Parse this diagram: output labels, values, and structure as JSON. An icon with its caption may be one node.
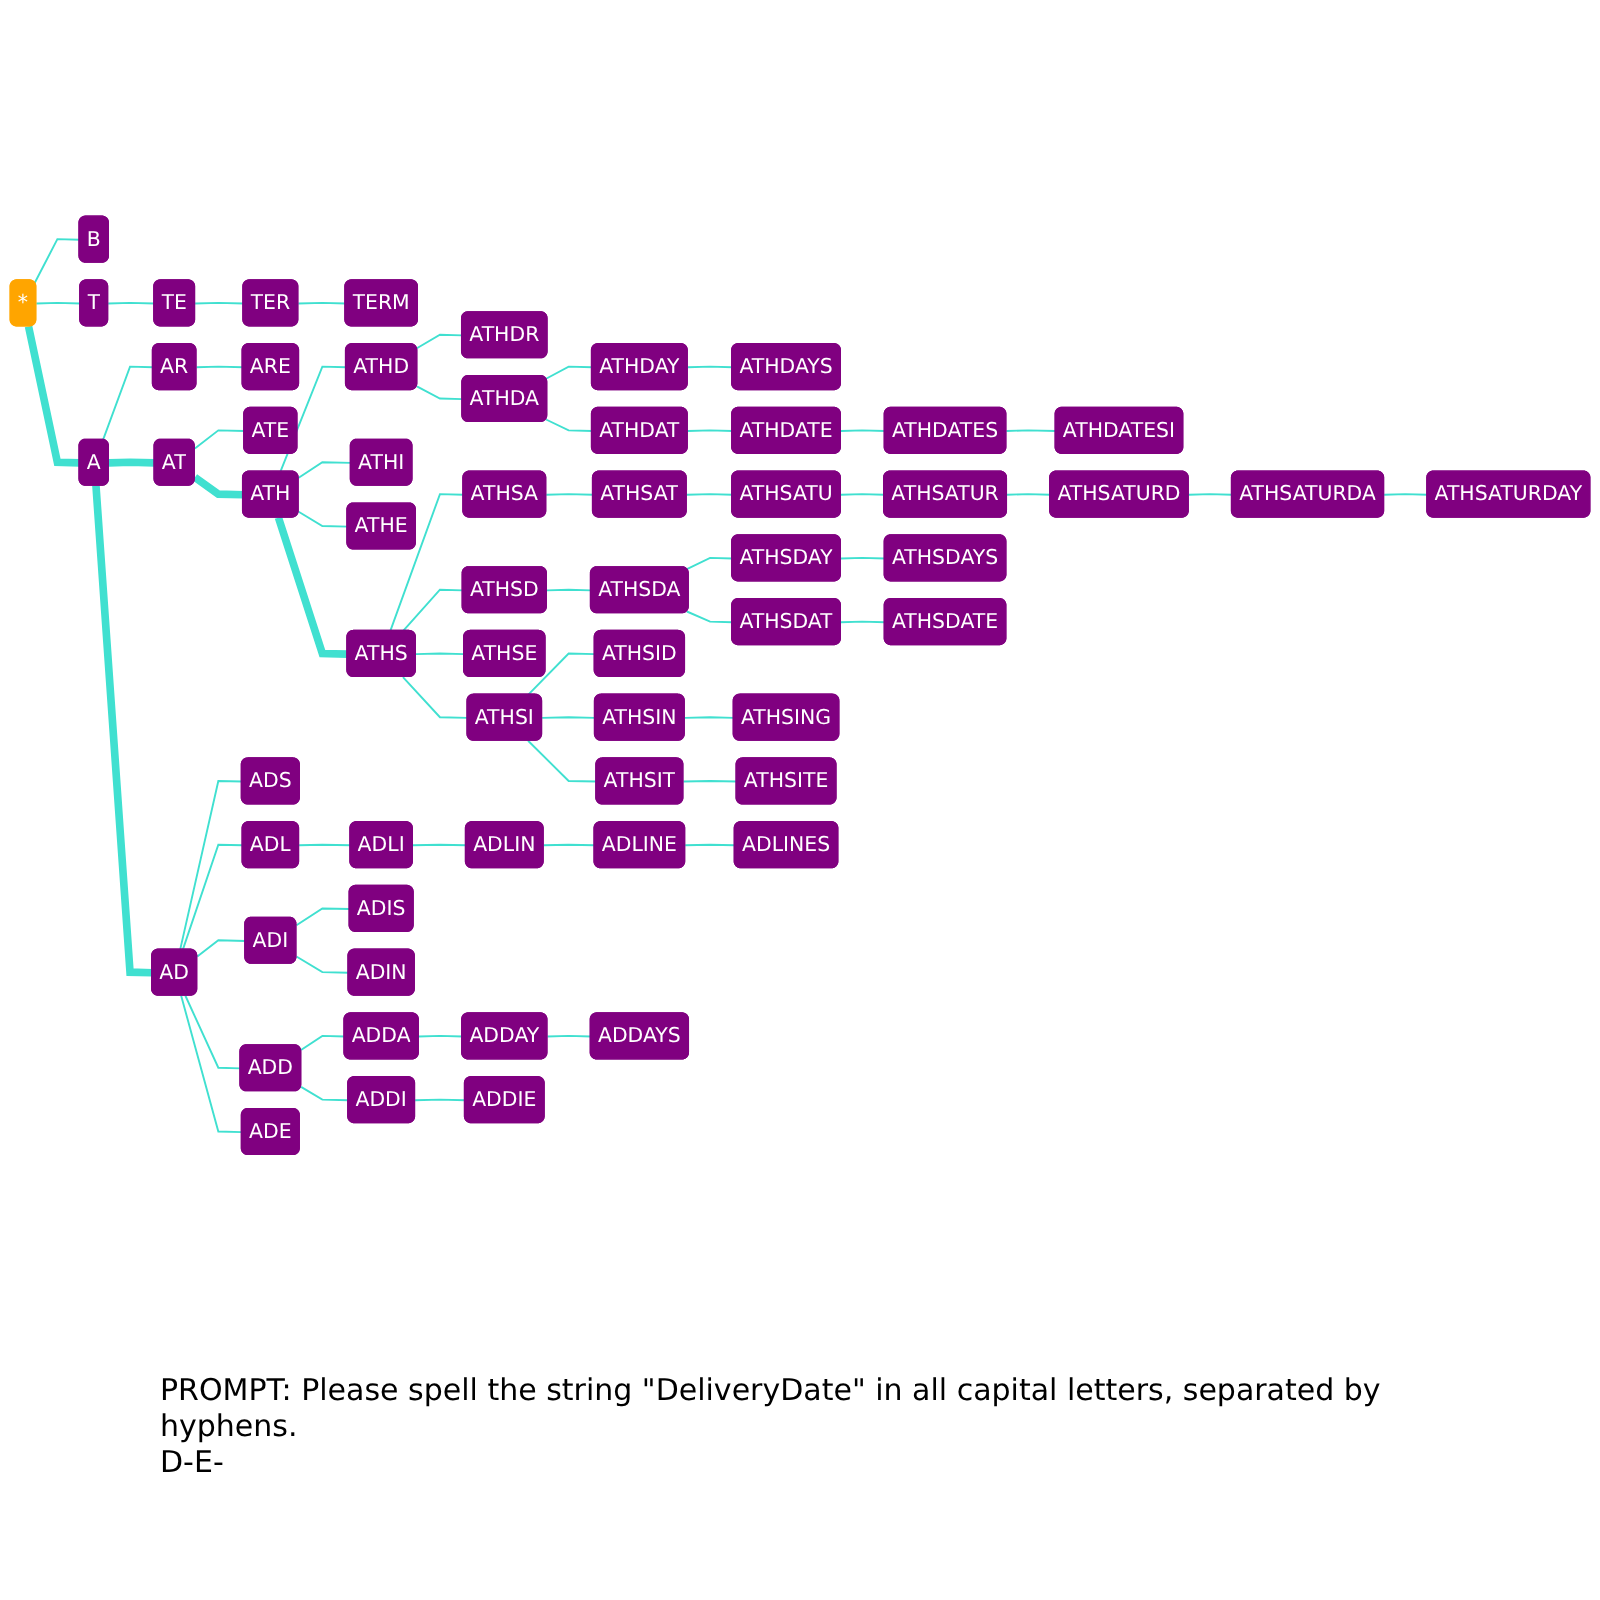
{
  "diagram": {
    "caption": "PROMPT: Please spell the string \"DeliveryDate\" in all capital letters, separated by hyphens.",
    "nodes": [
      {
        "text": [
          "*"
        ]
      },
      {
        "text": [
          "B"
        ]
      },
      {
        "text": [
          "T"
        ]
      },
      {
        "text": [
          "TE"
        ]
      },
      {
        "text": [
          "TER"
        ]
      },
      {
        "text": [
          "TERM"
        ]
      },
      {
        "text": [
          "A"
        ]
      },
      {
        "text": [
          "AR"
        ]
      },
      {
        "text": [
          "ARE"
        ]
      },
      {
        "text": [
          "AT"
        ]
      },
      {
        "text": [
          "ATE"
        ]
      },
      {
        "text": [
          "ATH"
        ]
      },
      {
        "text": [
          "ATHS"
        ]
      },
      {
        "text": [
          "ATHI"
        ]
      },
      {
        "text": [
          "ATHE"
        ]
      },
      {
        "text": [
          "ATHD"
        ]
      },
      {
        "text": [
          "ATHDR"
        ]
      },
      {
        "text": [
          "ATHDA"
        ]
      },
      {
        "text": [
          "ATHDAY"
        ]
      },
      {
        "text": [
          "ATHDAYS"
        ]
      },
      {
        "text": [
          "ATHDAT"
        ]
      },
      {
        "text": [
          "ATHDATE"
        ]
      },
      {
        "text": [
          "ATHDATES"
        ]
      },
      {
        "text": [
          "ATHDATESI"
        ]
      },
      {
        "text": [
          "ATHSA"
        ]
      },
      {
        "text": [
          "ATHSAT"
        ]
      },
      {
        "text": [
          "ATHSATU"
        ]
      },
      {
        "text": [
          "ATHSATUR"
        ]
      },
      {
        "text": [
          "ATHSATURD"
        ]
      },
      {
        "text": [
          "ATHSATURDA"
        ]
      },
      {
        "text": [
          "ATHSATURDAY"
        ]
      },
      {
        "text": [
          "ATHSD"
        ]
      },
      {
        "text": [
          "ATHSDA"
        ]
      },
      {
        "text": [
          "ATHSDAY"
        ]
      },
      {
        "text": [
          "ATHSDAYS"
        ]
      },
      {
        "text": [
          "ATHSDAT"
        ]
      },
      {
        "text": [
          "ATHSDATE"
        ]
      },
      {
        "text": [
          "ATHSE"
        ]
      },
      {
        "text": [
          "ATHSI"
        ]
      },
      {
        "text": [
          "ATHSID"
        ]
      },
      {
        "text": [
          "ATHSIN"
        ]
      },
      {
        "text": [
          "ATHSING"
        ]
      },
      {
        "text": [
          "ATHSIT"
        ]
      },
      {
        "text": [
          "ATHSITE"
        ]
      },
      {
        "text": [
          "AD"
        ]
      },
      {
        "text": [
          "ADS"
        ]
      },
      {
        "text": [
          "ADL"
        ]
      },
      {
        "text": [
          "ADLI"
        ]
      },
      {
        "text": [
          "ADLIN"
        ]
      },
      {
        "text": [
          "ADLINE"
        ]
      },
      {
        "text": [
          "ADLINES"
        ]
      },
      {
        "text": [
          "ADI"
        ]
      },
      {
        "text": [
          "ADIS"
        ]
      },
      {
        "text": [
          "ADIN"
        ]
      },
      {
        "text": [
          "ADD"
        ]
      },
      {
        "text": [
          "ADE"
        ]
      },
      {
        "text": [
          "ADDA"
        ]
      },
      {
        "text": [
          "ADDAY"
        ]
      },
      {
        "text": [
          "ADDAYS"
        ]
      },
      {
        "text": [
          "ADDI"
        ]
      },
      {
        "text": [
          "ADDIE"
        ]
      }
    ],
    "edges": [
      {
        "from": 0,
        "to": 1,
        "arrow": "none"
      },
      {
        "from": 0,
        "to": 2,
        "arrow": "none"
      },
      {
        "from": 2,
        "to": 3,
        "arrow": "none"
      },
      {
        "from": 3,
        "to": 4,
        "arrow": "none"
      },
      {
        "from": 4,
        "to": 5,
        "arrow": "none"
      },
      {
        "from": 0,
        "to": 6,
        "arrow": "none",
        "style": "thick"
      },
      {
        "from": 6,
        "to": 7,
        "arrow": "none"
      },
      {
        "from": 7,
        "to": 8,
        "arrow": "none"
      },
      {
        "from": 6,
        "to": 9,
        "arrow": "none",
        "style": "thick"
      },
      {
        "from": 9,
        "to": 10,
        "arrow": "none"
      },
      {
        "from": 9,
        "to": 11,
        "arrow": "none",
        "style": "thick"
      },
      {
        "from": 11,
        "to": 12,
        "arrow": "none",
        "style": "thick"
      },
      {
        "from": 11,
        "to": 13,
        "arrow": "none"
      },
      {
        "from": 11,
        "to": 14,
        "arrow": "none"
      },
      {
        "from": 11,
        "to": 15,
        "arrow": "none"
      },
      {
        "from": 15,
        "to": 16,
        "arrow": "none"
      },
      {
        "from": 15,
        "to": 17,
        "arrow": "none"
      },
      {
        "from": 17,
        "to": 18,
        "arrow": "none"
      },
      {
        "from": 18,
        "to": 19,
        "arrow": "none"
      },
      {
        "from": 17,
        "to": 20,
        "arrow": "none"
      },
      {
        "from": 20,
        "to": 21,
        "arrow": "none"
      },
      {
        "from": 21,
        "to": 22,
        "arrow": "none"
      },
      {
        "from": 22,
        "to": 23,
        "arrow": "none"
      },
      {
        "from": 12,
        "to": 24,
        "arrow": "none"
      },
      {
        "from": 24,
        "to": 25,
        "arrow": "none"
      },
      {
        "from": 25,
        "to": 26,
        "arrow": "none"
      },
      {
        "from": 26,
        "to": 27,
        "arrow": "none"
      },
      {
        "from": 27,
        "to": 28,
        "arrow": "none"
      },
      {
        "from": 28,
        "to": 29,
        "arrow": "none"
      },
      {
        "from": 29,
        "to": 30,
        "arrow": "none"
      },
      {
        "from": 12,
        "to": 31,
        "arrow": "none"
      },
      {
        "from": 31,
        "to": 32,
        "arrow": "none"
      },
      {
        "from": 32,
        "to": 33,
        "arrow": "none"
      },
      {
        "from": 33,
        "to": 34,
        "arrow": "none"
      },
      {
        "from": 32,
        "to": 35,
        "arrow": "none"
      },
      {
        "from": 35,
        "to": 36,
        "arrow": "none"
      },
      {
        "from": 12,
        "to": 37,
        "arrow": "none"
      },
      {
        "from": 12,
        "to": 38,
        "arrow": "none"
      },
      {
        "from": 38,
        "to": 39,
        "arrow": "none"
      },
      {
        "from": 38,
        "to": 40,
        "arrow": "none"
      },
      {
        "from": 40,
        "to": 41,
        "arrow": "none"
      },
      {
        "from": 38,
        "to": 42,
        "arrow": "none"
      },
      {
        "from": 42,
        "to": 43,
        "arrow": "none"
      },
      {
        "from": 6,
        "to": 44,
        "arrow": "none",
        "style": "thick"
      },
      {
        "from": 44,
        "to": 45,
        "arrow": "none"
      },
      {
        "from": 44,
        "to": 46,
        "arrow": "none"
      },
      {
        "from": 46,
        "to": 47,
        "arrow": "none"
      },
      {
        "from": 47,
        "to": 48,
        "arrow": "none"
      },
      {
        "from": 48,
        "to": 49,
        "arrow": "none"
      },
      {
        "from": 49,
        "to": 50,
        "arrow": "none"
      },
      {
        "from": 44,
        "to": 51,
        "arrow": "none"
      },
      {
        "from": 51,
        "to": 52,
        "arrow": "none"
      },
      {
        "from": 51,
        "to": 53,
        "arrow": "none"
      },
      {
        "from": 44,
        "to": 54,
        "arrow": "none"
      },
      {
        "from": 44,
        "to": 55,
        "arrow": "none"
      },
      {
        "from": 54,
        "to": 56,
        "arrow": "none"
      },
      {
        "from": 56,
        "to": 57,
        "arrow": "none"
      },
      {
        "from": 57,
        "to": 58,
        "arrow": "none"
      },
      {
        "from": 54,
        "to": 59,
        "arrow": "none"
      },
      {
        "from": 59,
        "to": 60,
        "arrow": "none"
      }
    ],
    "labels": [
      "D-E-"
    ]
  }
}
